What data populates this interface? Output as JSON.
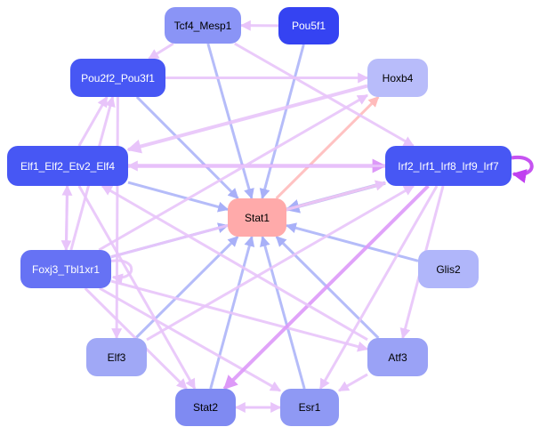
{
  "nodes": [
    {
      "id": "Tcf4_Mesp1",
      "label": "Tcf4_Mesp1",
      "color": "#8a94f6",
      "text": "#000000"
    },
    {
      "id": "Pou5f1",
      "label": "Pou5f1",
      "color": "#3543f2",
      "text": "#ffffff"
    },
    {
      "id": "Pou2f2_Pou3f1",
      "label": "Pou2f2_Pou3f1",
      "color": "#4757f4",
      "text": "#ffffff"
    },
    {
      "id": "Hoxb4",
      "label": "Hoxb4",
      "color": "#b8bcfa",
      "text": "#000000"
    },
    {
      "id": "Elf1_Elf2_Etv2_Elf4",
      "label": "Elf1_Elf2_Etv2_Elf4",
      "color": "#4757f4",
      "text": "#ffffff"
    },
    {
      "id": "Irf2_Irf1_Irf8_Irf9_Irf7",
      "label": "Irf2_Irf1_Irf8_Irf9_Irf7",
      "color": "#4757f4",
      "text": "#ffffff"
    },
    {
      "id": "Stat1",
      "label": "Stat1",
      "color": "#ffaaaa",
      "text": "#000000"
    },
    {
      "id": "Foxj3_Tbl1xr1",
      "label": "Foxj3_Tbl1xr1",
      "color": "#6672f4",
      "text": "#ffffff"
    },
    {
      "id": "Glis2",
      "label": "Glis2",
      "color": "#b0b6fa",
      "text": "#000000"
    },
    {
      "id": "Elf3",
      "label": "Elf3",
      "color": "#a0a8f6",
      "text": "#000000"
    },
    {
      "id": "Atf3",
      "label": "Atf3",
      "color": "#9aa2f6",
      "text": "#000000"
    },
    {
      "id": "Stat2",
      "label": "Stat2",
      "color": "#7f8af2",
      "text": "#000000"
    },
    {
      "id": "Esr1",
      "label": "Esr1",
      "color": "#8f99f4",
      "text": "#000000"
    }
  ],
  "edge_colors": {
    "activation_blue": "#a8b0f8",
    "activation_pink": "#ffbbbb",
    "regulation_purple": "#e8c4fa",
    "strong_purple": "#dd99f8",
    "self_loop": "#c040f0"
  },
  "edges": [
    {
      "from": "Tcf4_Mesp1",
      "to": "Stat1",
      "type": "activation_blue"
    },
    {
      "from": "Pou5f1",
      "to": "Stat1",
      "type": "activation_blue"
    },
    {
      "from": "Pou2f2_Pou3f1",
      "to": "Stat1",
      "type": "activation_blue"
    },
    {
      "from": "Elf1_Elf2_Etv2_Elf4",
      "to": "Stat1",
      "type": "activation_blue"
    },
    {
      "from": "Irf2_Irf1_Irf8_Irf9_Irf7",
      "to": "Stat1",
      "type": "activation_blue",
      "strong": true
    },
    {
      "from": "Foxj3_Tbl1xr1",
      "to": "Stat1",
      "type": "activation_blue"
    },
    {
      "from": "Glis2",
      "to": "Stat1",
      "type": "activation_blue"
    },
    {
      "from": "Elf3",
      "to": "Stat1",
      "type": "activation_blue"
    },
    {
      "from": "Stat2",
      "to": "Stat1",
      "type": "activation_blue"
    },
    {
      "from": "Esr1",
      "to": "Stat1",
      "type": "activation_blue"
    },
    {
      "from": "Atf3",
      "to": "Stat1",
      "type": "activation_blue"
    },
    {
      "from": "Stat1",
      "to": "Hoxb4",
      "type": "activation_pink"
    },
    {
      "from": "Stat1",
      "to": "Irf2_Irf1_Irf8_Irf9_Irf7",
      "type": "activation_pink"
    },
    {
      "from": "Pou5f1",
      "to": "Tcf4_Mesp1",
      "type": "regulation_purple"
    },
    {
      "from": "Tcf4_Mesp1",
      "to": "Pou2f2_Pou3f1",
      "type": "regulation_purple"
    },
    {
      "from": "Tcf4_Mesp1",
      "to": "Irf2_Irf1_Irf8_Irf9_Irf7",
      "type": "regulation_purple"
    },
    {
      "from": "Pou2f2_Pou3f1",
      "to": "Hoxb4",
      "type": "regulation_purple"
    },
    {
      "from": "Elf1_Elf2_Etv2_Elf4",
      "to": "Pou2f2_Pou3f1",
      "type": "regulation_purple"
    },
    {
      "from": "Hoxb4",
      "to": "Elf1_Elf2_Etv2_Elf4",
      "type": "regulation_purple",
      "strong": true
    },
    {
      "from": "Elf1_Elf2_Etv2_Elf4",
      "to": "Irf2_Irf1_Irf8_Irf9_Irf7",
      "type": "strong_purple",
      "strong": true
    },
    {
      "from": "Elf1_Elf2_Etv2_Elf4",
      "to": "Foxj3_Tbl1xr1",
      "type": "regulation_purple"
    },
    {
      "from": "Foxj3_Tbl1xr1",
      "to": "Elf1_Elf2_Etv2_Elf4",
      "type": "regulation_purple"
    },
    {
      "from": "Foxj3_Tbl1xr1",
      "to": "Pou2f2_Pou3f1",
      "type": "regulation_purple"
    },
    {
      "from": "Foxj3_Tbl1xr1",
      "to": "Hoxb4",
      "type": "regulation_purple"
    },
    {
      "from": "Foxj3_Tbl1xr1",
      "to": "Irf2_Irf1_Irf8_Irf9_Irf7",
      "type": "regulation_purple"
    },
    {
      "from": "Foxj3_Tbl1xr1",
      "to": "Stat2",
      "type": "regulation_purple"
    },
    {
      "from": "Foxj3_Tbl1xr1",
      "to": "Esr1",
      "type": "regulation_purple"
    },
    {
      "from": "Foxj3_Tbl1xr1",
      "to": "Atf3",
      "type": "regulation_purple"
    },
    {
      "from": "Irf2_Irf1_Irf8_Irf9_Irf7",
      "to": "Stat2",
      "type": "strong_purple",
      "strong": true
    },
    {
      "from": "Irf2_Irf1_Irf8_Irf9_Irf7",
      "to": "Esr1",
      "type": "regulation_purple"
    },
    {
      "from": "Irf2_Irf1_Irf8_Irf9_Irf7",
      "to": "Atf3",
      "type": "regulation_purple"
    },
    {
      "from": "Irf2_Irf1_Irf8_Irf9_Irf7",
      "to": "Elf1_Elf2_Etv2_Elf4",
      "type": "regulation_purple"
    },
    {
      "from": "Elf3",
      "to": "Irf2_Irf1_Irf8_Irf9_Irf7",
      "type": "regulation_purple"
    },
    {
      "from": "Atf3",
      "to": "Elf1_Elf2_Etv2_Elf4",
      "type": "regulation_purple"
    },
    {
      "from": "Atf3",
      "to": "Esr1",
      "type": "regulation_purple"
    },
    {
      "from": "Stat2",
      "to": "Esr1",
      "type": "regulation_purple"
    },
    {
      "from": "Esr1",
      "to": "Stat2",
      "type": "regulation_purple"
    },
    {
      "from": "Elf1_Elf2_Etv2_Elf4",
      "to": "Stat2",
      "type": "regulation_purple"
    },
    {
      "from": "Pou2f2_Pou3f1",
      "to": "Elf3",
      "type": "regulation_purple"
    },
    {
      "from": "Irf2_Irf1_Irf8_Irf9_Irf7",
      "to": "Irf2_Irf1_Irf8_Irf9_Irf7",
      "type": "self_loop",
      "strong": true
    },
    {
      "from": "Foxj3_Tbl1xr1",
      "to": "Foxj3_Tbl1xr1",
      "type": "regulation_purple"
    }
  ]
}
